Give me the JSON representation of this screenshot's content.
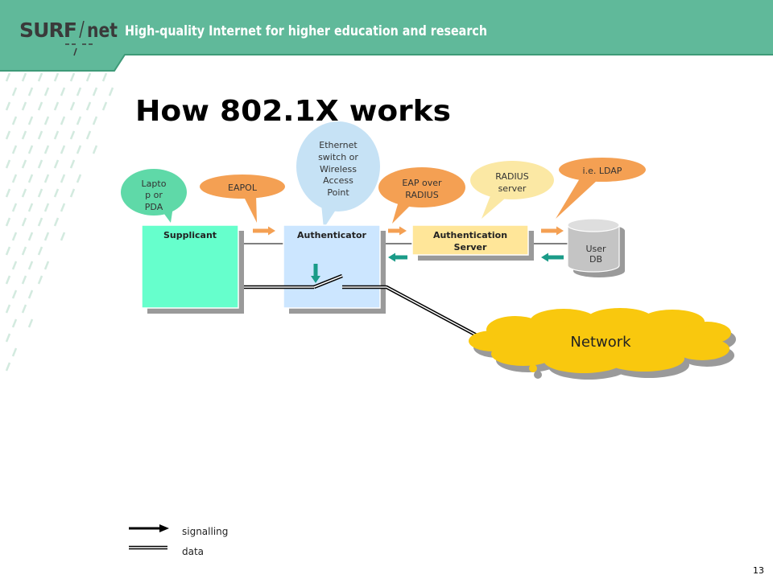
{
  "header": {
    "logo_surf": "SURF",
    "logo_net": "net",
    "tagline": "High-quality Internet for higher education and research"
  },
  "title": "How 802.1X works",
  "callouts": {
    "device": [
      "Lapto",
      "p or",
      "PDA"
    ],
    "eapol": [
      "EAPOL"
    ],
    "switch": [
      "Ethernet",
      "switch or",
      "Wireless",
      "Access",
      "Point"
    ],
    "eap_over_radius": [
      "EAP over",
      "RADIUS"
    ],
    "radius_server": [
      "RADIUS",
      "server"
    ],
    "ldap": [
      "i.e. LDAP"
    ]
  },
  "nodes": {
    "supplicant": "Supplicant",
    "authenticator": "Authenticator",
    "authentication_server": [
      "Authentication",
      "Server"
    ],
    "user_db": [
      "User",
      "DB"
    ],
    "network": "Network"
  },
  "legend": {
    "signalling": "signalling",
    "data": "data"
  },
  "page_number": "13",
  "colors": {
    "header_green": "#60b99a",
    "header_edge": "#3e9a78",
    "pattern": "#d3eadf",
    "supplicant": "#66ffcc",
    "authenticator": "#cce6ff",
    "auth_server": "#ffe699",
    "user_db": "#c4c4c4",
    "user_db_top": "#dedede",
    "network": "#f9c80e",
    "shadow": "#9a9a9a",
    "eap_orange": "#f4a053",
    "teal_arrow": "#1a9b88",
    "mint_callout": "#5fd9a8",
    "blue_callout": "#c6e2f5",
    "yellow_callout": "#fbe8a4"
  }
}
